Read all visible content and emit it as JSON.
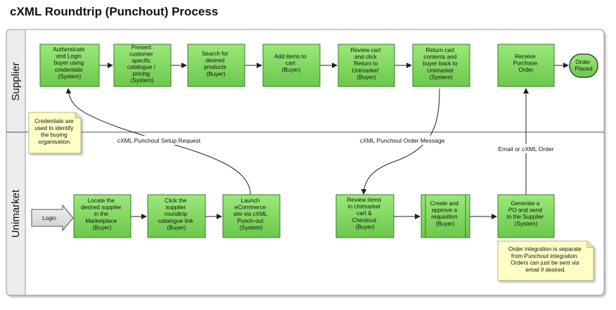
{
  "title": "cXML Roundtrip (Punchout) Process",
  "lanes": {
    "supplier": "Supplier",
    "unimarket": "Unimarket"
  },
  "nodes": {
    "authenticate": [
      "Authenticate",
      "and Login",
      "buyer using",
      "credentials",
      "(System)"
    ],
    "present": [
      "Present",
      "customer",
      "specific",
      "catalogue /",
      "pricing",
      "(System)"
    ],
    "search": [
      "Search for",
      "desired",
      "products",
      "(Buyer)"
    ],
    "add": [
      "Add items to",
      "cart",
      "(Buyer)"
    ],
    "review_cart": [
      "Review cart",
      "and click",
      "'Return to",
      "Unimarket'",
      "(Buyer)"
    ],
    "return_cart": [
      "Return cart",
      "contents and",
      "buyer back to",
      "Unimarket",
      "(System)"
    ],
    "receive_po": [
      "Receive",
      "Purchase",
      "Order"
    ],
    "order_placed": [
      "Order",
      "Placed"
    ],
    "login": [
      "Login"
    ],
    "locate": [
      "Locate the",
      "desired supplier",
      "in the",
      "Marketplace",
      "(Buyer)"
    ],
    "click_link": [
      "Click the",
      "supplier",
      "roundtrip",
      "catalogue link",
      "(Buyer)"
    ],
    "launch": [
      "Launch",
      "eCommerce",
      "site via cXML",
      "Punch-out",
      "(System)"
    ],
    "review_items": [
      "Review items",
      "in Unimarket",
      "cart &",
      "Checkout",
      "(Buyer)"
    ],
    "create_req": [
      "Create and",
      "approve a",
      "requisition",
      "(Buyer)"
    ],
    "generate_po": [
      "Generate a",
      "PO and send",
      "to the Supplier",
      "(System)"
    ]
  },
  "notes": {
    "credentials": [
      "Credentials are",
      "used to identify",
      "the buying",
      "organisation."
    ],
    "order_integration": [
      "Order integration is separate",
      "from Punchout integration.",
      "Orders can just be sent via",
      "email if desired."
    ]
  },
  "edge_labels": {
    "setup_request": "cXML Punchout Setup Request",
    "order_message": "cXML Punchout Order Message",
    "email_or_cxml": "Email or cXML Order"
  },
  "colors": {
    "process_fill": "#7fd35c",
    "process_stroke": "#3d7a2a",
    "note_fill": "#ffffc6",
    "start_fill": "#dcdcdc",
    "lane_header": "#ebebeb"
  }
}
